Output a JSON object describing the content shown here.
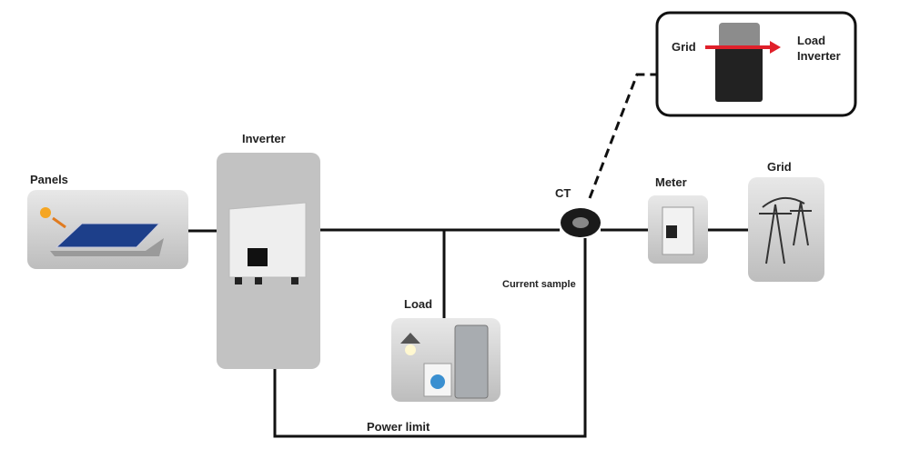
{
  "labels": {
    "panels": "Panels",
    "inverter": "Inverter",
    "load": "Load",
    "ct": "CT",
    "meter": "Meter",
    "grid": "Grid",
    "current_sample": "Current sample",
    "power_limit": "Power limit"
  },
  "callout": {
    "grid": "Grid",
    "load_line1": "Load",
    "load_line2": "Inverter"
  },
  "colors": {
    "wire": "#111111",
    "box_gray": "#c4c4c4",
    "arrow_red": "#e0202a"
  }
}
